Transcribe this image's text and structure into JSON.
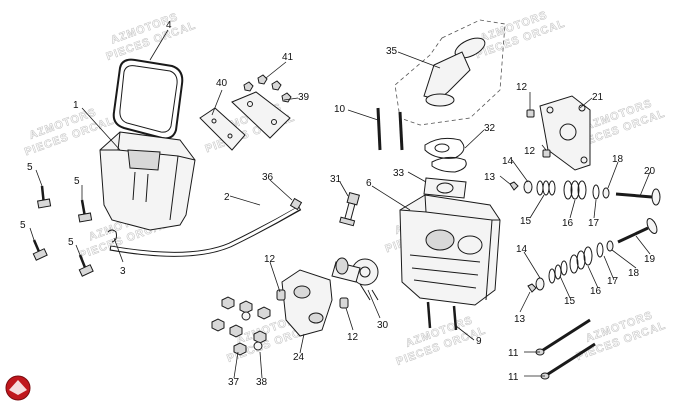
{
  "watermark": {
    "line1": "AZMOTORS",
    "line2": "PIECES ORCAL"
  },
  "callouts": [
    "1",
    "2",
    "3",
    "4",
    "5",
    "6",
    "9",
    "10",
    "11",
    "12",
    "13",
    "14",
    "15",
    "16",
    "17",
    "18",
    "19",
    "20",
    "21",
    "24",
    "30",
    "31",
    "32",
    "33",
    "35",
    "36",
    "37",
    "38",
    "39",
    "40",
    "41"
  ],
  "logo_color": "#c0171d"
}
